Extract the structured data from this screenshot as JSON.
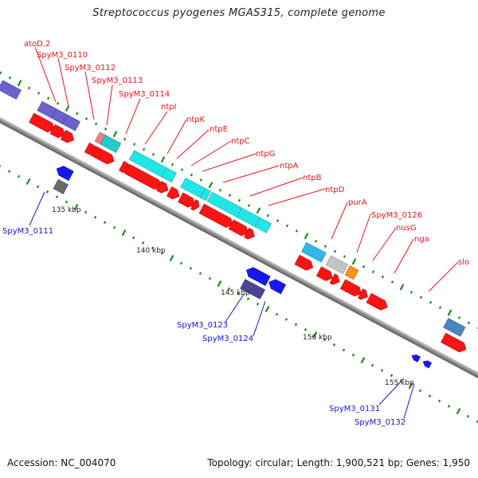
{
  "title": "Streptococcus pyogenes MGAS315, complete genome",
  "footer": {
    "accession": "Accession: NC_004070",
    "summary": "Topology: circular; Length: 1,900,521 bp; Genes: 1,950"
  },
  "colors": {
    "forward_label": "#e8141b",
    "reverse_label": "#1414d2",
    "backbone": "#8c8c8c",
    "tick": "#1a8a1a",
    "red_gene": "#ff1414",
    "cyan_gene": "#22e6e6",
    "teal_gene": "#22cccc",
    "slate_gene": "#6a63cc",
    "dark_slate_gene": "#4c4494",
    "blue_gene": "#1818ee",
    "sky_gene": "#2eb8e8",
    "grey_gene": "#c4c4c4",
    "dark_grey_gene": "#6a6a6a",
    "orange_gene": "#ff9410",
    "pink_gene": "#f08080",
    "steel_gene": "#4a86c0"
  },
  "scale": {
    "ticks": [
      {
        "label": "135 kbp"
      },
      {
        "label": "140 kbp"
      },
      {
        "label": "145 kbp"
      },
      {
        "label": "150 kbp"
      },
      {
        "label": "155 kbp"
      }
    ]
  },
  "forward_labels": [
    {
      "name": "atoD.2"
    },
    {
      "name": "SpyM3_0110"
    },
    {
      "name": "SpyM3_0112"
    },
    {
      "name": "SpyM3_0113"
    },
    {
      "name": "SpyM3_0114"
    },
    {
      "name": "ntpI"
    },
    {
      "name": "ntpK"
    },
    {
      "name": "ntpE"
    },
    {
      "name": "ntpC"
    },
    {
      "name": "ntpG"
    },
    {
      "name": "ntpA"
    },
    {
      "name": "ntpB"
    },
    {
      "name": "ntpD"
    },
    {
      "name": "purA"
    },
    {
      "name": "SpyM3_0126"
    },
    {
      "name": "nusG"
    },
    {
      "name": "nga"
    },
    {
      "name": "slo"
    }
  ],
  "reverse_labels": [
    {
      "name": "SpyM3_0111"
    },
    {
      "name": "SpyM3_0123"
    },
    {
      "name": "SpyM3_0124"
    },
    {
      "name": "SpyM3_0131"
    },
    {
      "name": "SpyM3_0132"
    }
  ]
}
